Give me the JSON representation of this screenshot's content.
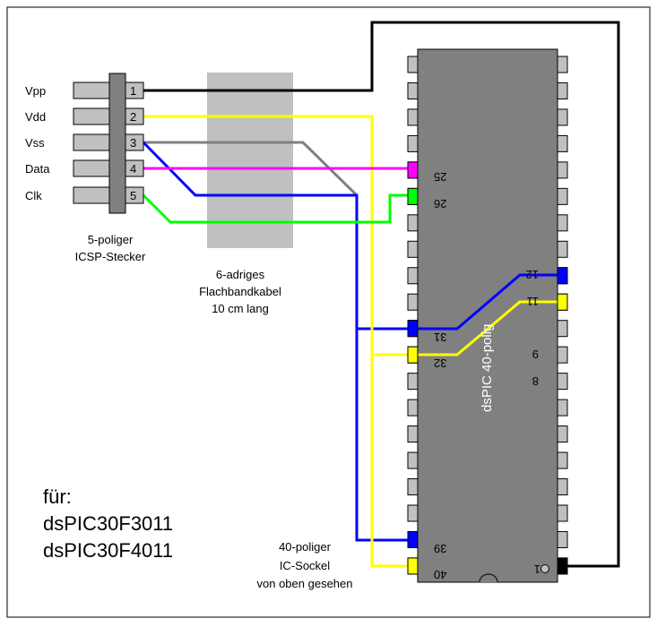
{
  "connector": {
    "signals": [
      "Vpp",
      "Vdd",
      "Vss",
      "Data",
      "Clk"
    ],
    "pins": [
      "1",
      "2",
      "3",
      "4",
      "5"
    ],
    "caption_line1": "5-poliger",
    "caption_line2": "ICSP-Stecker"
  },
  "cable": {
    "line1": "6-adriges",
    "line2": "Flachbandkabel",
    "line3": "10 cm lang"
  },
  "chip": {
    "label": "dsPIC 40-polig",
    "pin_labels": {
      "p25": "25",
      "p26": "26",
      "p31": "31",
      "p32": "32",
      "p12": "12",
      "p11": "11",
      "p9": "9",
      "p8": "8",
      "p39": "39",
      "p40": "40",
      "p1": "1"
    }
  },
  "socket": {
    "line1": "40-poliger",
    "line2": "IC-Sockel",
    "line3": "von oben gesehen"
  },
  "for_text": {
    "line1": "für:",
    "line2": "dsPIC30F3011",
    "line3": "dsPIC30F4011"
  },
  "colors": {
    "vpp": "#000000",
    "vdd": "#ffff00",
    "vss": "#0000ff",
    "data": "#ff00ff",
    "clk": "#00ff00",
    "shield": "#808080",
    "chip": "#808080",
    "pin": "#c0c0c0",
    "cable": "#c0c0c0"
  }
}
